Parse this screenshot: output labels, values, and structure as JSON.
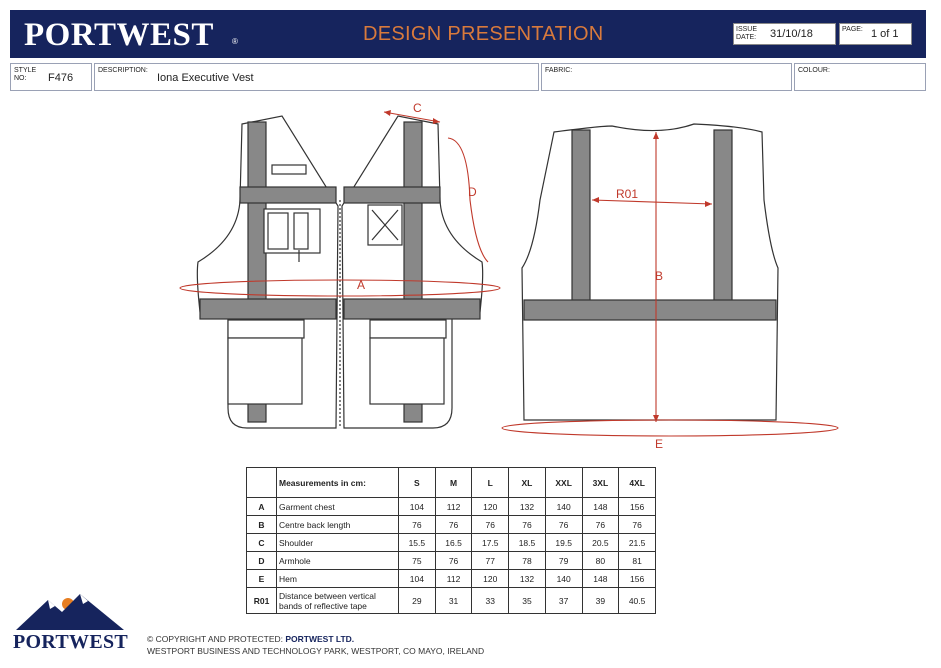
{
  "header": {
    "brand": "PORTWEST",
    "brand_reg": "®",
    "title": "DESIGN PRESENTATION",
    "issue_label": "ISSUE DATE:",
    "issue_value": "31/10/18",
    "page_label": "PAGE:",
    "page_value": "1 of 1",
    "bar_color": "#16245d",
    "title_color": "#d97a3c"
  },
  "info": {
    "style_label": "STYLE NO:",
    "style_value": "F476",
    "description_label": "DESCRIPTION:",
    "description_value": "Iona Executive Vest",
    "fabric_label": "FABRIC:",
    "fabric_value": "",
    "colour_label": "COLOUR:",
    "colour_value": ""
  },
  "diagram": {
    "labels": {
      "a": "A",
      "b": "B",
      "c": "C",
      "d": "D",
      "e": "E",
      "r01": "R01"
    },
    "measure_color": "#c0392b",
    "band_color": "#888888"
  },
  "table": {
    "header_label": "Measurements in cm:",
    "sizes": [
      "S",
      "M",
      "L",
      "XL",
      "XXL",
      "3XL",
      "4XL"
    ],
    "rows": [
      {
        "code": "A",
        "desc": "Garment chest",
        "values": [
          "104",
          "112",
          "120",
          "132",
          "140",
          "148",
          "156"
        ]
      },
      {
        "code": "B",
        "desc": "Centre back length",
        "values": [
          "76",
          "76",
          "76",
          "76",
          "76",
          "76",
          "76"
        ]
      },
      {
        "code": "C",
        "desc": "Shoulder",
        "values": [
          "15.5",
          "16.5",
          "17.5",
          "18.5",
          "19.5",
          "20.5",
          "21.5"
        ]
      },
      {
        "code": "D",
        "desc": "Armhole",
        "values": [
          "75",
          "76",
          "77",
          "78",
          "79",
          "80",
          "81"
        ]
      },
      {
        "code": "E",
        "desc": "Hem",
        "values": [
          "104",
          "112",
          "120",
          "132",
          "140",
          "148",
          "156"
        ]
      },
      {
        "code": "R01",
        "desc": "Distance between vertical bands of reflective tape",
        "values": [
          "29",
          "31",
          "33",
          "35",
          "37",
          "39",
          "40.5"
        ]
      }
    ]
  },
  "footer": {
    "brand": "PORTWEST",
    "copyright_prefix": "© COPYRIGHT AND PROTECTED:",
    "copyright_company": "PORTWEST LTD.",
    "address": "WESTPORT BUSINESS AND TECHNOLOGY PARK, WESTPORT, CO MAYO, IRELAND"
  }
}
